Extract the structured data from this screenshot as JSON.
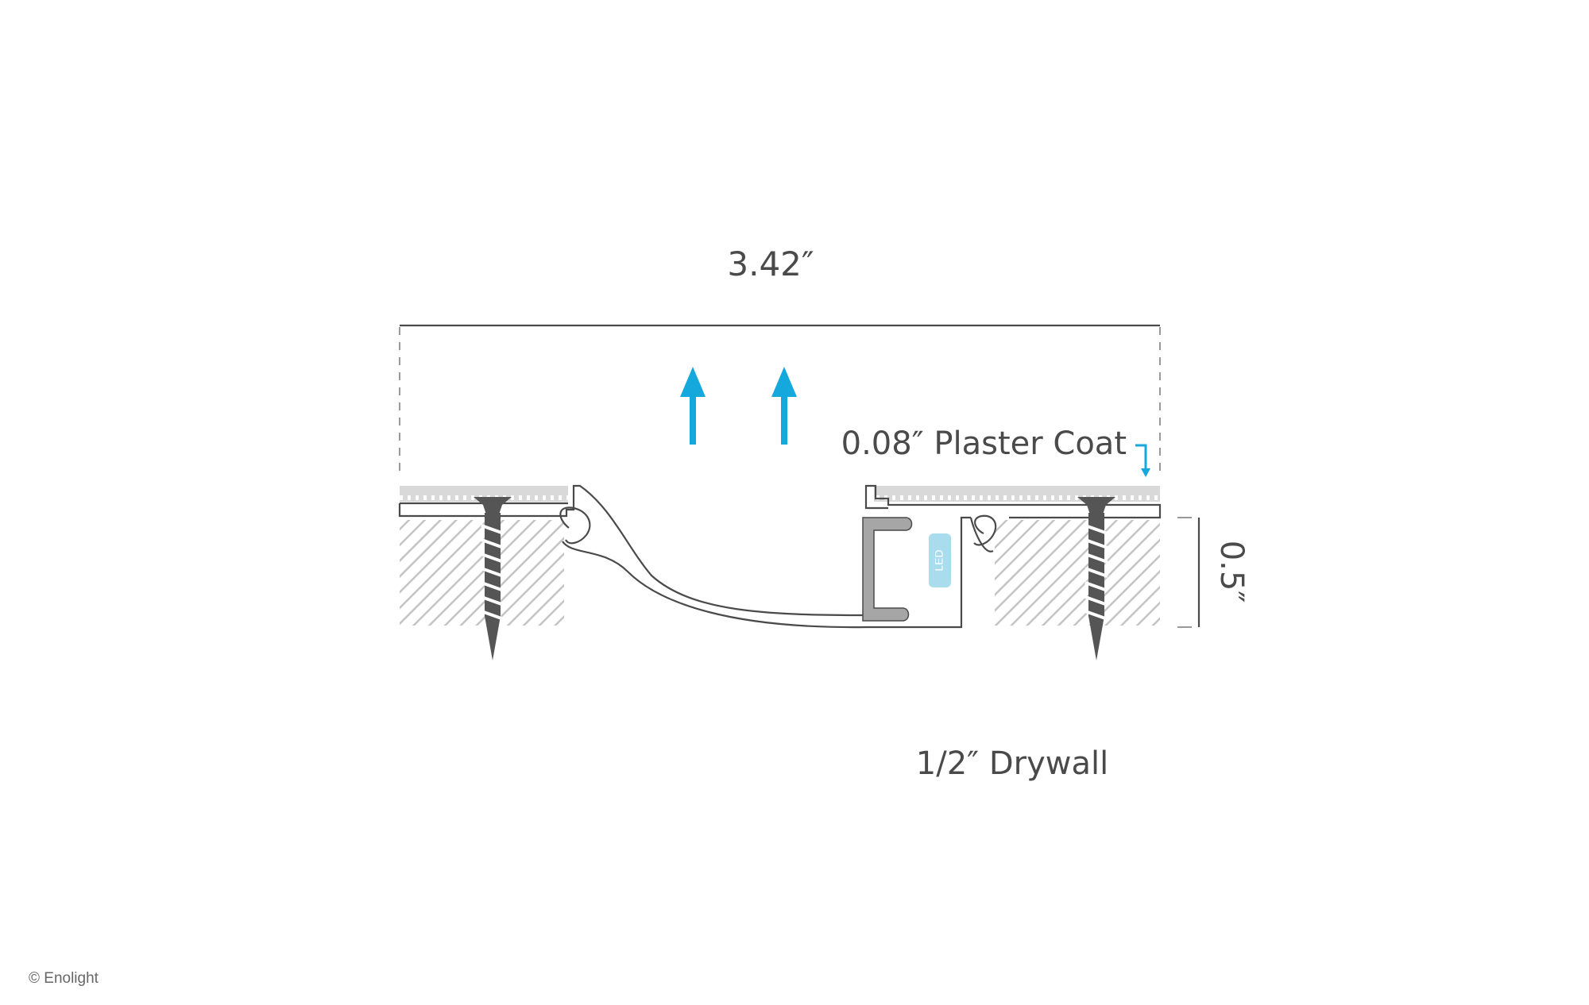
{
  "diagram": {
    "width_label": "3.42″",
    "plaster_label": "0.08″ Plaster Coat",
    "thickness_label": "0.5″",
    "drywall_label": "1/2″ Drywall",
    "led_label": "LED",
    "arrows": {
      "count": 2,
      "direction": "up"
    }
  },
  "credit": {
    "text": "© Enolight"
  },
  "colors": {
    "line": "#4a4a4a",
    "accent": "#14a8dc",
    "plaster": "#d9d9d9",
    "hatch": "#c4c4c4",
    "channel": "#a6a6a6",
    "led": "#a9dcec",
    "screw": "#555555"
  }
}
